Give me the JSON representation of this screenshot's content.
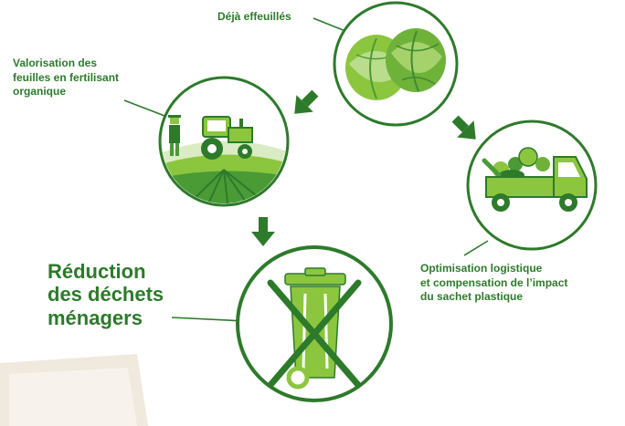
{
  "labels": {
    "top": "Déjà effeuillés",
    "left_lines": [
      "Valorisation des",
      "feuilles en fertilisant",
      "organique"
    ],
    "right_lines": [
      "Optimisation logistique",
      "et compensation de l’impact",
      "du sachet plastique"
    ],
    "main_lines": [
      "Réduction",
      "des déchets",
      "ménagers"
    ]
  },
  "colors": {
    "green_dark": "#2d7a2b",
    "green_mid": "#4a9a36",
    "green_light": "#8cc63f",
    "green_pale": "#d9ecc4",
    "leaf_light": "#b9dd8c",
    "bg_paper": "#f4efe6"
  },
  "icons": {
    "top_circle": "brussels-sprouts-icon",
    "left_circle": "farmer-tractor-icon",
    "right_circle": "vegetable-truck-icon",
    "bottom_circle": "crossed-bin-icon"
  }
}
